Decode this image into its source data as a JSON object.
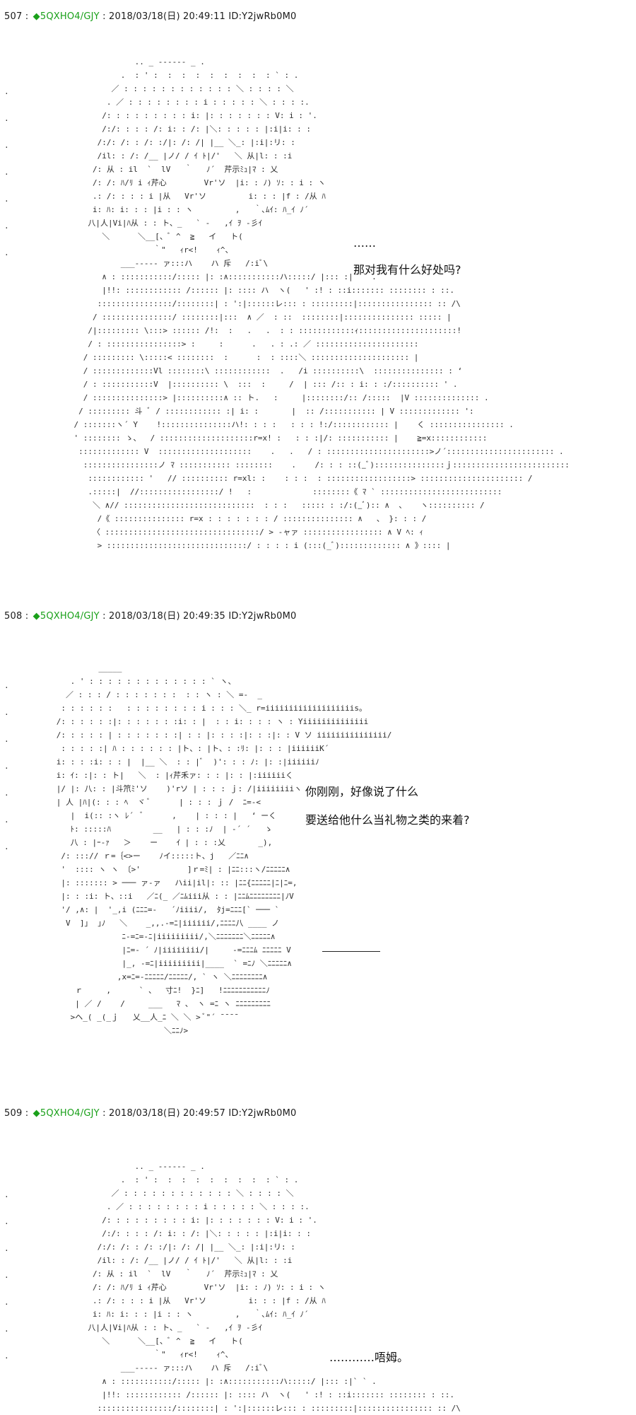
{
  "posts": [
    {
      "number": "507",
      "sep": " : ",
      "gem": "◆",
      "trip": "5QXHO4/GJY",
      "datetime": " : 2018/03/18(日) 20:49:11 ID:Y2jwRb0M0",
      "dialogue": [
        "……",
        "那对我有什么好处吗?"
      ],
      "art": "                 .. _ --‐‐-- _ .\n              .  : ' :  :  :  :  :  :  :  :  : ` : .\n            ／ : : : : : : : : : : : : ＼ : : : : ＼\n           . ／ : : : : : : : : i : : : : : ＼ : : : :.\n          /: : : : : : : : : i: |: : : : : : : V: i : '.\n          /:/: : : : /: i: : /: |＼: : : : : |:i|i: : :\n         /:/: /: : /: :/|: /: /| |__ ＼_: |:i|:リ: :\n         /il: : /: /__ |ノ/ / ｲ ﾄ|/'   ＼ 从|l: : :i\n        /: 从 : il  `  lV   ｀   ﾉ´  芹示ﾐｭ|ﾏ : 乂\n        /: /: ﾊ/ﾘ i ｨ芹心        Vr'ソ  |i: : ﾉ) ｿ: : i : ヽ\n        .: /: : : : i |从   Vr'ソ         i: : : |f : /从 ﾊ\n        i: ﾊ: i: : : |i : : ヽ         ,   ｀､ﾑｲ: ﾊ_ｲ ﾉ´\n       八|人|Vi|ﾊ从 : : ト、_   ` ‐   ,ｲ ｦ -彡ｲ\n          ＼      ＼__[、ﾞ ^  ≧   イ   ト(\n                     ｀\"   ｨr<!    ｨ^、\n              ___--‐‐- ァ:::ハ    ハ 斥   /:iﾞ\\\n          ∧ : :::::::::::/::::: |: :∧:::::::::::ハ:::::/ |::: :|` ` .\n          |!!: :::::::::::: /:::::: |: :::: ハ  ヽ(   ' :! : ::i::::::: :::::::: : ::. \n         ::::::::::::::::/::::::::| : ':|::::::レ::: : :::::::::|:::::::::::::::: :: /\\\n        / :::::::::::::::/ ::::::::|:::  ∧ ／  : ::  ::::::::|::::::::::::::: ::::: |\n       /|::::::::: \\:::> :::::: /!:  :   .   .  : : ::::::::::::ｨ:::::::::::::::::::::!\n       / : ::::::::::::::::> :     :      .   . : .: ／ ::::::::::::::::::::::\n      / ::::::::: \\:::::< ::::::::  :      :  : ::::＼ ::::::::::::::::::::: |\n      / :::::::::::::Vl ::::::::\\ ::::::::::::  .   /i ::::::::::\\  ::::::::::::::: : ‘\n      / : :::::::::::V  |:::::::::: \\  :::  :     /  | ::: /:: : i: : :/:::::::::: ' .\n      / :::::::::::::::> |::::::::::∧ :: ト.   :     |::::::::/:: /:::::  |V :::::::::::::: .\n     / ::::::::: 斗 ﾞ / :::::::::::: :| i: :       |  :: /::::::::::: | V ::::::::::::: ':\n    / :::::::ヽ´ Y    !:::::::::::::::ハ!: : : :   : : : !:/:::::::::::: |    く :::::::::::::::: .\n    ' :::::::: ゝ、  / ::::::::::::::::::::r=x! :   : : :|/: ::::::::::: |    ≧=x::::::::::::\n     ::::::::::::: V  ::::::::::::::::::::    .   .   / : ::::::::::::::::::::::>ノ´::::::::::::::::::::::: .\n      ::::::::::::::::ノ ﾏ ::::::::::: ::::::::    .    /: : : ::(_ﾞ):::::::::::::::ｊ:::::::::::::::::::::::::\n       :::::::::::: '   // :::::::::: r=xl: :    : : :  : ::::::::::::::::::> :::::::::::::::::::::: /\n       .:::::|  //:::::::::::::::::/ !   :             ::::::::《 ﾏ ` ::::::::::::::::::::::::::\n        ＼ ∧// ::::::::::::::::::::::::::::  : : :   ::::: : :/:(_ﾞ):: ∧  、   ヽ:::::::::: /\n         /《 ::::::::::::::: r=x : : : : : : : / ::::::::::::::: ∧   、 }: : : /\n        〈 :::::::::::::::::::::::::::::::::/ > ‐ャァ ::::::::::::::::: ∧ V ﾍ: ｨ\n         > ::::::::::::::::::::::::::::::/ : : : : i (:::(_ﾞ)::::::::::::: ∧ 》:::: |"
    },
    {
      "number": "508",
      "sep": " : ",
      "gem": "◆",
      "trip": "5QXHO4/GJY",
      "datetime": " : 2018/03/18(日) 20:49:35 ID:Y2jwRb0M0",
      "dialogue": [
        "你刚刚，好像说了什么",
        "要送给他什么当礼物之类的来着?"
      ],
      "art": "               _____\n         . ' : : : : : : : : : : : : : ` ヽ、\n        ／ : : : / : : : : : : :  : : ヽ : ＼ =‐  _\n       : : : : : :   : : : : : : : : i : : : ＼_ r=iiiiiiiiiiiiiiiiiiis。\n      /: : : : : :|: : : : : : :i: : |  : : i: : : : ヽ : Yiiiiiiiiiiiiii\n      /: : : : : | : : : : : : :| : : |: : : :|: : :|: : V ソ iiiiiiiiiiiiiii/\n       : : : : :| ﾊ : : : : : : |ト、: |ト、: :ﾘ: |: : : |iiiiiiK´\n      i: : : :i: : : |  |__ ＼  : : |ﾞ  )': : : ﾉ: |: :|iiiiiiﾉ\n      i: ｲ: :|: : ト|   ＼  : |ｨ芹禾ァ: : : |: : |:iiiiiiく\n      |/ |: 八: : |斗笊ﾐ'ソ    )'rソ | : : : ｊ: /|iiiiiiiiヽ\n      | 人 |ﾊ|(: : : ﾍ  ヾ ﾞ      | : : : ｊ /  ﾆ=‐<\n         |  i(:: :ヽ ﾚ´  ﾞ      ,    | : : : |   ‘ ーく\n         ﾄ: :::::ﾊ         __   | : : :ﾉ  | ‐´ ´   ゝ\n         八 : |ｰ‐ｧ   ＞    ー    ｲ | : : :乂       _),\n       /: :::// ｒ=｛<>ー    ﾉイ:::::ト、j   ／ﾆﾆ∧\n       '  :::: ヽ ヽ 〔>'          ]ｒ=ﾐ| : |ﾆﾆ:::ヽ/ﾆﾆﾆﾆﾆ∧\n       |: ::::::: > ─── ァ‐ァ   ハii|il|: :: |ﾆﾆ{ﾆﾆﾆﾆﾆ|ﾆ|ﾆ=,\n       |: : :i: ト、::i   ／ﾆ(_ ／ﾆﾑiii从 : : |ﾆﾆﾑﾆﾆﾆﾆﾆﾆﾆﾆ|ﾉV\n       '/ ,∧: |  '_,i (ﾆﾆﾆ=‐   ´ﾉiiii/,  ﾀj=ﾆﾆﾆ[` ─── `\n        V  ]｣  ｣ﾉ   ＼    _,,.-=ﾆ|iiiiii/,ﾆﾆﾆﾆ八 ____ ノ\n                    ﾆ-=ﾆ=‐ﾆ|iiiiiiiii/,＼ﾆﾆﾆﾆﾆﾆﾆ＼ﾆﾆﾆﾆﾆ∧\n                    |ﾆ=‐ ´ ﾉ|iiiiiiii/|     ‐=ﾆﾆﾆﾑ ﾆﾆﾆﾆﾆ V\n                    |_, -=ﾆ|iiiiiiiii|____  ` =ﾆﾉ ＼ﾆﾆﾆﾆﾆ∧\n                   ,x=ﾆ=‐ﾆﾆﾆﾆﾆ/ﾆﾆﾆﾆﾆ/, ` ヽ ＼ﾆﾆﾆﾆﾆﾆﾆﾆ∧\n          ｒ     ,      ` 、  寸ﾆ!  }ﾆ]   !ﾆﾆﾆﾆﾆﾆﾆﾆﾆﾆﾆﾉ\n          | ／ /    /     ___   ﾏ 、 ヽ =ﾆ ヽ ﾆﾆﾆﾆﾆﾆﾆﾆﾆ\n         >ヘ_( _(_ｊ   乂__人_ﾆ ＼ ＼ > ﾞ\"´ ̄ ̄ ̄ ̄\n                             ＼ﾆﾆﾉ>"
    },
    {
      "number": "509",
      "sep": " : ",
      "gem": "◆",
      "trip": "5QXHO4/GJY",
      "datetime": " : 2018/03/18(日) 20:49:57 ID:Y2jwRb0M0",
      "dialogue": [
        "…………唔姆。"
      ],
      "art": "                 .. _ --‐‐-- _ .\n              .  : ' :  :  :  :  :  :  :  :  : ` : .\n            ／ : : : : : : : : : : : : ＼ : : : : ＼\n           . ／ : : : : : : : : i : : : : : ＼ : : : :.\n          /: : : : : : : : : i: |: : : : : : : V: i : '.\n          /:/: : : : /: i: : /: |＼: : : : : |:i|i: : :\n         /:/: /: : /: :/|: /: /| |__ ＼_: |:i|:リ: :\n         /il: : /: /__ |ノ/ / ｲ ﾄ|/'   ＼ 从|l: : :i\n        /: 从 : il  `  lV   ｀   ﾉ´  芹示ﾐｭ|ﾏ : 乂\n        /: /: ﾊ/ﾘ i ｨ芹心        Vr'ソ  |i: : ﾉ) ｿ: : i : ヽ\n        .: /: : : : i |从   Vr'ソ         i: : : |f : /从 ﾊ\n        i: ﾊ: i: : : |i : : ヽ         ,   ｀､ﾑｲ: ﾊ_ｲ ﾉ´\n       八|人|Vi|ﾊ从 : : ト、_   ` ‐   ,ｲ ｦ -彡ｲ\n          ＼      ＼__[、ﾞ ^  ≧   イ   ト(\n                     ｀\"   ｨr<!    ｨ^、\n              ___--‐‐- ァ:::ハ    ハ 斥   /:iﾞ\\\n          ∧ : :::::::::::/::::: |: :∧:::::::::::ハ:::::/ |::: :|` ` .\n          |!!: :::::::::::: /:::::: |: :::: ハ  ヽ(   ' :! : ::i::::::: :::::::: : ::. \n         ::::::::::::::::/::::::::| : ':|::::::レ::: : :::::::::|:::::::::::::::: :: /\\"
    }
  ],
  "side_dots": ".\n\n.\n\n.\n\n.\n\n.\n\n.\n\n."
}
